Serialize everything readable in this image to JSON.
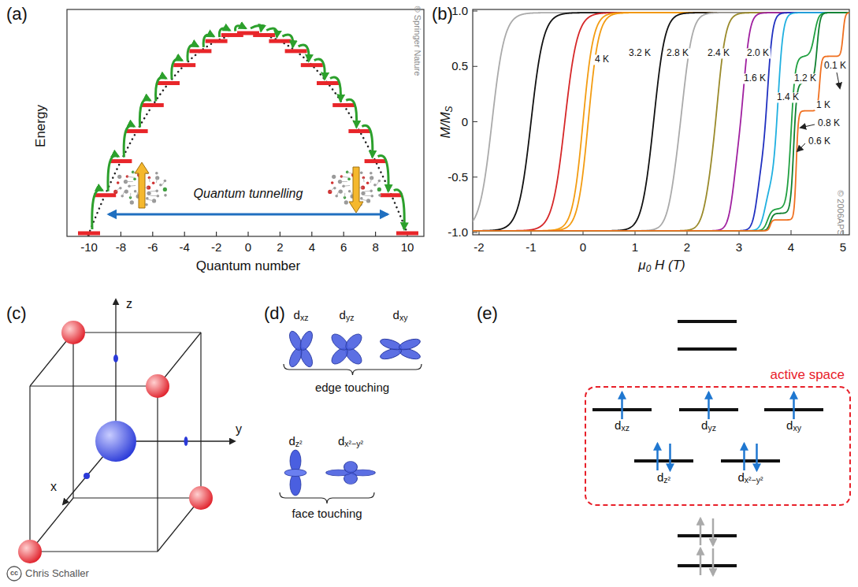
{
  "diagram": {
    "nodes": [
      {
        "text": [
          "active space"
        ]
      }
    ],
    "labels": [
      "(a)",
      "Energy",
      "Quantum tunnelling",
      "© Springer Nature",
      "-10",
      "-8",
      "-6",
      "-4",
      "-2",
      "0",
      "2",
      "4",
      "6",
      "8",
      "10",
      "Quantum number",
      "(b)",
      "1.0",
      "0.5",
      "0",
      "-0.5",
      "-1.0",
      "M/MS",
      "4 K",
      "3.2 K",
      "2.8 K",
      "2.4 K",
      "2.0 K",
      "1.6 K",
      "1.4 K",
      "1.2 K",
      "1 K",
      "0.8 K",
      "0.6 K",
      "0.1 K",
      "© 2006APS",
      "-2",
      "-1",
      "0",
      "1",
      "2",
      "3",
      "4",
      "5",
      "μ0 H (T)",
      "(c)",
      "z",
      "y",
      "x",
      "cc",
      "Chris Schaller",
      "(d)",
      "dxz",
      "dyz",
      "dxy",
      "edge touching",
      "dz²",
      "dx²−y²",
      "face touching",
      "(e)",
      "dxz",
      "dyz",
      "dxy",
      "dz²",
      "dx²−y²"
    ]
  }
}
